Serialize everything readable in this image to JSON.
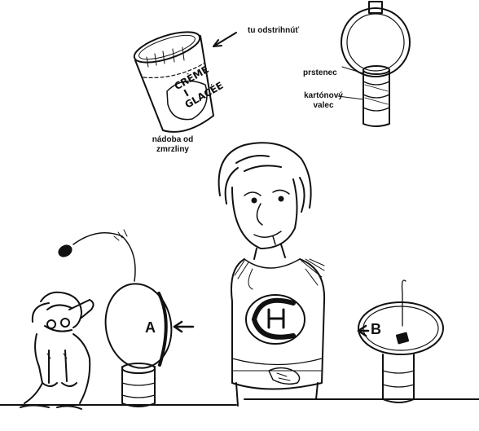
{
  "labels": {
    "cut_here": "tu odstrihnúť",
    "ice_cream_cup_line1": "nádoba od",
    "ice_cream_cup_line2": "zmrzliny",
    "ring": "prstenec",
    "tube_line1": "kartónový",
    "tube_line2": "valec",
    "target_a": "A",
    "target_b": "B"
  },
  "cup_print": {
    "line1": "CRÈME",
    "line2": "I",
    "line3": "GLACÉE"
  },
  "colors": {
    "ink": "#111111",
    "paper": "#ffffff"
  }
}
